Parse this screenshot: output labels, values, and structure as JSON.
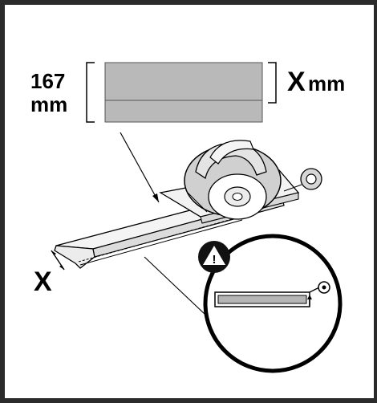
{
  "strip_height": {
    "value": "167",
    "unit": "mm"
  },
  "strip_width": {
    "variable": "X",
    "unit": "mm"
  },
  "track_width_label": "X",
  "warning_symbol": "!",
  "icons": [
    "circular-saw-icon",
    "warning-triangle-icon",
    "tape-roll-icon"
  ]
}
